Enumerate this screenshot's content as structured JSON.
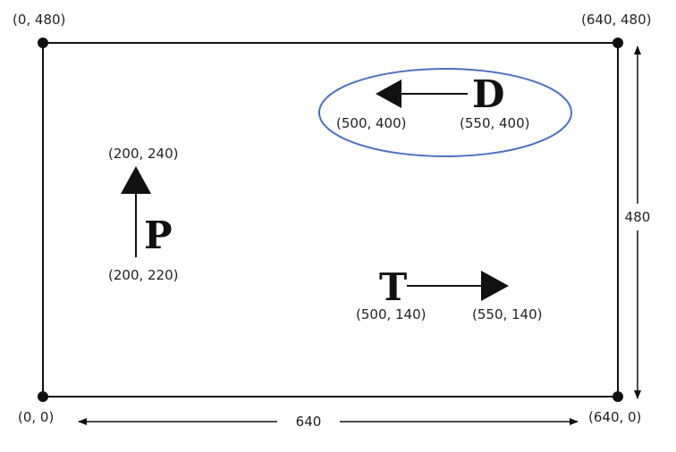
{
  "diagram": {
    "corners": {
      "top_left": "(0, 480)",
      "top_right": "(640, 480)",
      "bottom_left": "(0, 0)",
      "bottom_right": "(640, 0)"
    },
    "dimensions": {
      "width": "640",
      "height": "480"
    },
    "p_vector": {
      "letter": "P",
      "start": "(200, 220)",
      "end": "(200, 240)"
    },
    "t_vector": {
      "letter": "T",
      "start": "(500, 140)",
      "end": "(550, 140)"
    },
    "d_vector": {
      "letter": "D",
      "start": "(550, 400)",
      "end": "(500, 400)"
    },
    "colors": {
      "highlight_ellipse": "#4a6fc1",
      "lines": "#111111"
    }
  }
}
